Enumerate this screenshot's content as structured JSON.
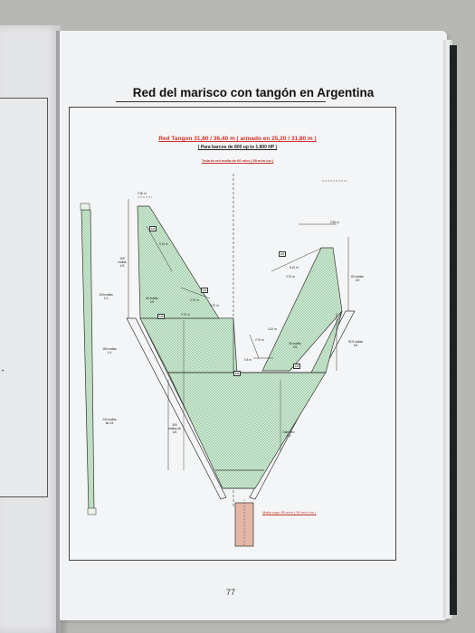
{
  "document": {
    "title": "Red del marisco con tangón en Argentina",
    "heading_red": "Red Tangon 31,80 / 36,40 m ( armado en 25,20 / 31,80 m )",
    "heading_sub": "( Para barcos de 800 up to 1.800 HP )",
    "heading_mesh": "Toda la red malla de 60 m/m ( 58 m/m luz )",
    "bottom_note": "Malla copo 55 m/m ( 50 m/m luz )",
    "page_number": "77"
  },
  "diagram": {
    "labels": {
      "d1": "2.30 m",
      "d2": "2.50 m",
      "d3": "5.10 m",
      "d4": "5.10 m",
      "d5": "2.70 m",
      "d6": "3.70 m",
      "d7": "2.70 m",
      "d8": "3.10 m",
      "d9": "0.5 m",
      "d10": "2.70 m",
      "d11": "2.70 m",
      "m1": "100 mallas 1/6",
      "m2": "80 mallas 1/6",
      "m3": "60 mallas 1/6",
      "m4": "30 mallas 1/5",
      "m5": "92,5 mallas 1/6",
      "m6": "300 mallas all 1/6",
      "m7": "Diámetro 1/6",
      "m8": "125 mallas 1:4",
      "m9": "180 mallas 1:4",
      "m10": "240 mallas all 1/6",
      "t1": "1/6",
      "t2": "1/6",
      "t3": "1/6",
      "t4": "1/5",
      "t5": "1/5",
      "t6": "1/6"
    }
  }
}
